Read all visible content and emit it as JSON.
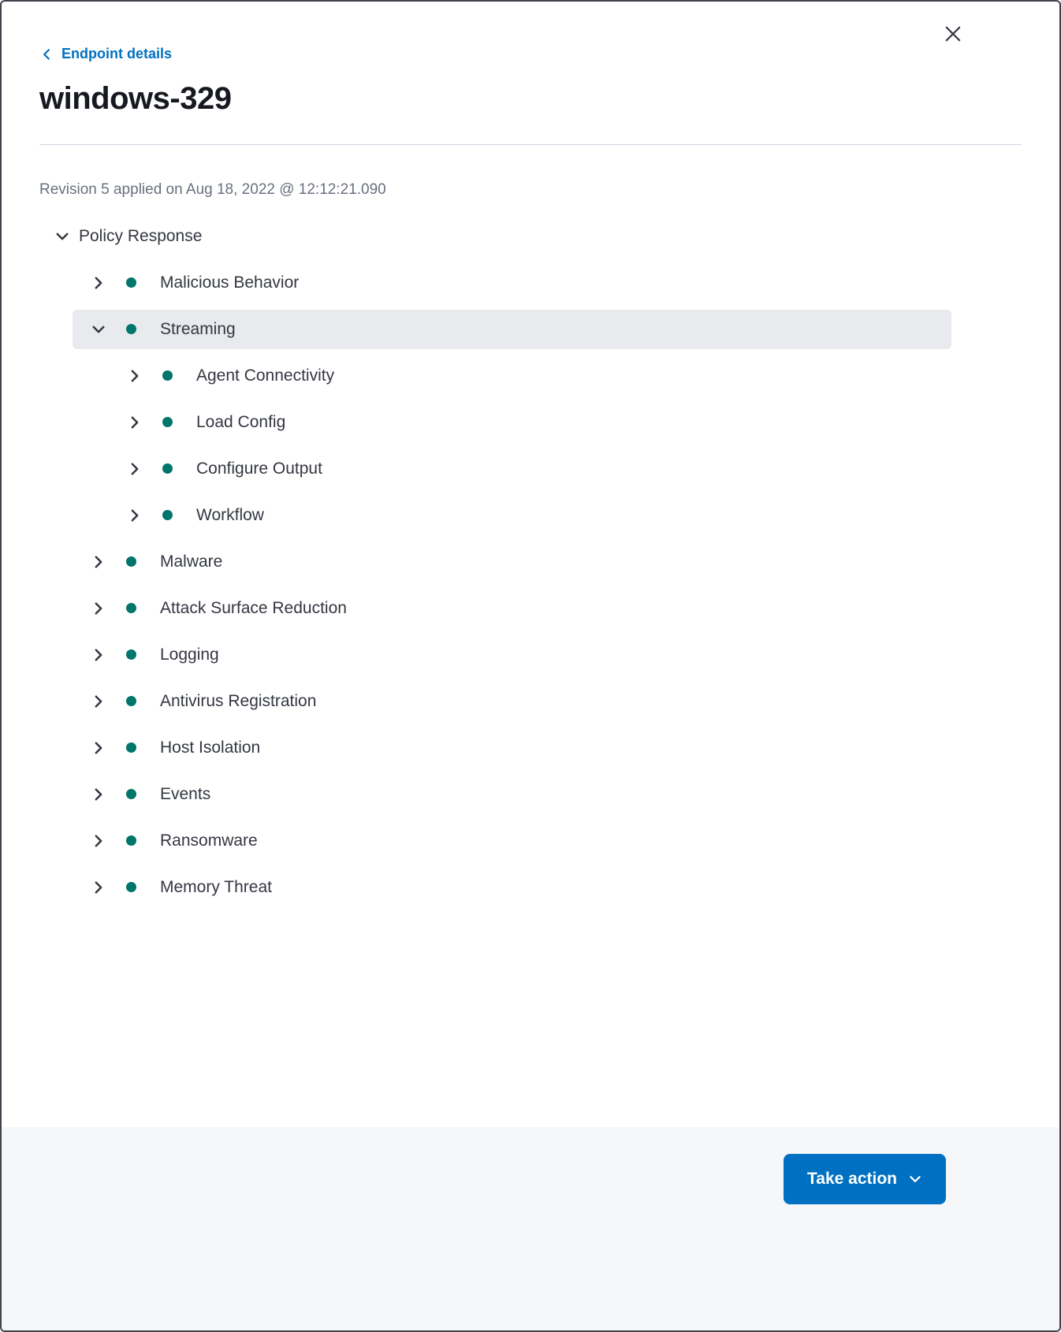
{
  "flyout": {
    "back_link_label": "Endpoint details",
    "title": "windows-329",
    "revision_text": "Revision 5 applied on Aug 18, 2022 @ 12:12:21.090"
  },
  "tree": {
    "root_label": "Policy Response",
    "items": [
      "Malicious Behavior",
      "Streaming",
      "Malware",
      "Attack Surface Reduction",
      "Logging",
      "Antivirus Registration",
      "Host Isolation",
      "Events",
      "Ransomware",
      "Memory Threat"
    ],
    "streaming_children": [
      "Agent Connectivity",
      "Load Config",
      "Configure Output",
      "Workflow"
    ]
  },
  "footer": {
    "take_action_label": "Take action"
  },
  "colors": {
    "link_blue": "#0071c2",
    "button_blue": "#0071c2",
    "status_dot_teal": "#00756b",
    "selected_row_bg": "#e9eaee",
    "footer_bg": "#f6f7f9"
  }
}
